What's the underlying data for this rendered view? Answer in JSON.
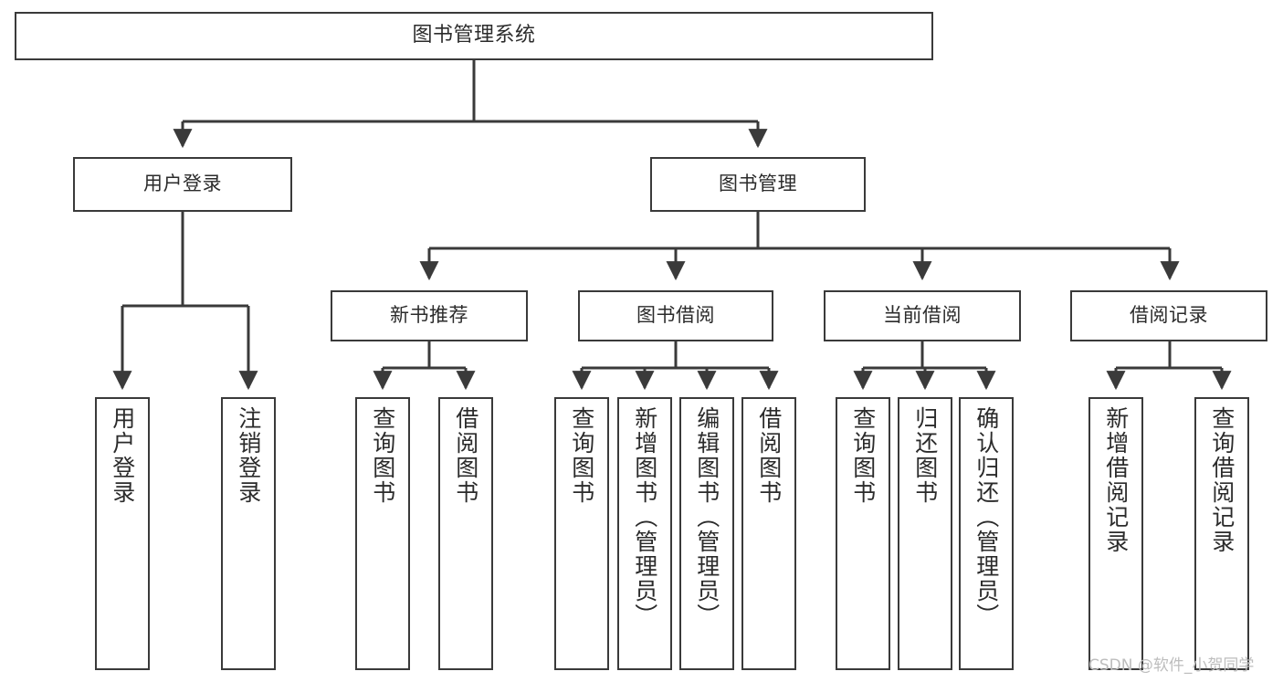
{
  "diagram": {
    "title": "图书管理系统",
    "type": "tree",
    "nodes": {
      "root": {
        "label": "图书管理系统"
      },
      "level2": [
        {
          "id": "user-login",
          "label": "用户登录"
        },
        {
          "id": "book-manage",
          "label": "图书管理"
        }
      ],
      "level3": [
        {
          "id": "new-book-recommend",
          "label": "新书推荐"
        },
        {
          "id": "book-borrow",
          "label": "图书借阅"
        },
        {
          "id": "current-borrow",
          "label": "当前借阅"
        },
        {
          "id": "borrow-record",
          "label": "借阅记录"
        }
      ],
      "leaves": {
        "user-login": [
          {
            "id": "leaf-user-login",
            "label": "用户登录"
          },
          {
            "id": "leaf-logout",
            "label": "注销登录"
          }
        ],
        "new-book-recommend": [
          {
            "id": "leaf-query-book-1",
            "label": "查询图书"
          },
          {
            "id": "leaf-borrow-book-1",
            "label": "借阅图书"
          }
        ],
        "book-borrow": [
          {
            "id": "leaf-query-book-2",
            "label": "查询图书"
          },
          {
            "id": "leaf-add-book",
            "label": "新增图书（管理员）"
          },
          {
            "id": "leaf-edit-book",
            "label": "编辑图书（管理员）"
          },
          {
            "id": "leaf-borrow-book-2",
            "label": "借阅图书"
          }
        ],
        "current-borrow": [
          {
            "id": "leaf-query-book-3",
            "label": "查询图书"
          },
          {
            "id": "leaf-return-book",
            "label": "归还图书"
          },
          {
            "id": "leaf-confirm-return",
            "label": "确认归还（管理员）"
          }
        ],
        "borrow-record": [
          {
            "id": "leaf-add-record",
            "label": "新增借阅记录"
          },
          {
            "id": "leaf-query-record",
            "label": "查询借阅记录"
          }
        ]
      }
    },
    "watermark": "CSDN @软件_小贺同学",
    "colors": {
      "box_border": "#3a3a3a",
      "box_fill": "#ffffff",
      "connector": "#3a3a3a",
      "text": "#2b2b2b",
      "watermark": "#bdbdbd"
    }
  }
}
